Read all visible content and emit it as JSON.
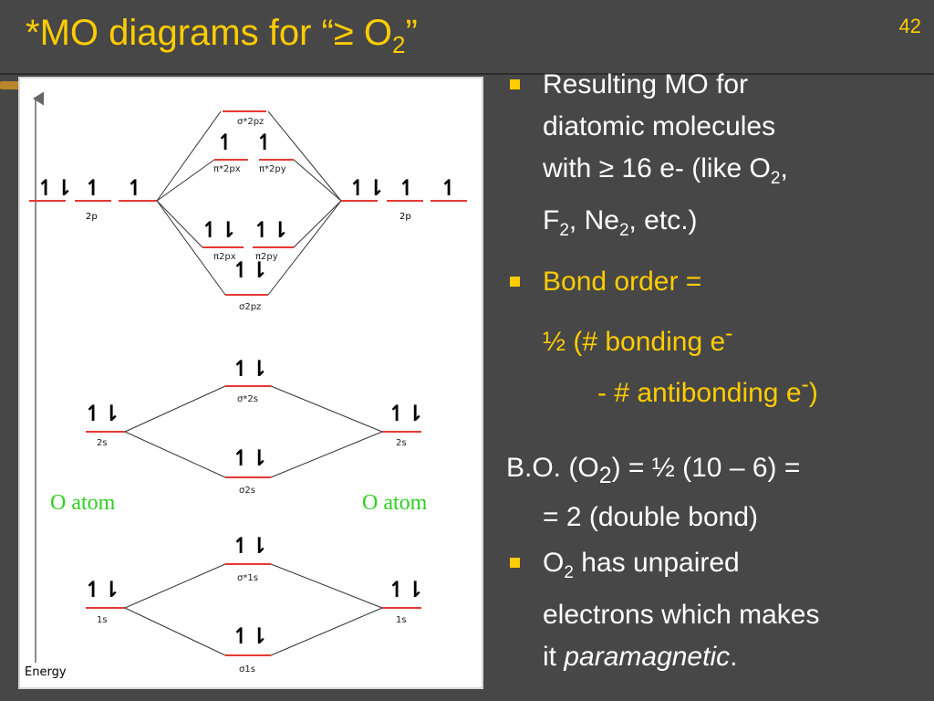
{
  "slide": {
    "title_prefix": "*MO diagrams for “≥ O",
    "title_sub": "2",
    "title_suffix": "”",
    "number": "42"
  },
  "diagram": {
    "energy_label": "Energy",
    "atom_labels": [
      "O atom",
      "O atom"
    ],
    "atomic_orbitals": {
      "p": "2p",
      "s2": "2s",
      "s1": "1s"
    },
    "mo_labels": {
      "sigma_star_2pz": "σ*2pz",
      "pi_star_2px": "π*2px",
      "pi_star_2py": "π*2py",
      "pi_2px": "π2px",
      "pi_2py": "π2py",
      "sigma_2pz": "σ2pz",
      "sigma_star_2s": "σ*2s",
      "sigma_2s": "σ2s",
      "sigma_star_1s": "σ*1s",
      "sigma_1s": "σ1s"
    },
    "colors": {
      "atom_label": "#2fcf20",
      "level": "#e53935",
      "arrow": "#000000"
    }
  },
  "bullets": {
    "b1_line1": "Resulting MO for",
    "b1_line2": "diatomic molecules",
    "b1_line3_a": "with ≥ 16 e- (like O",
    "b1_line3_sub": "2",
    "b1_line3_b": ",",
    "b1_line4_a": "F",
    "b1_line4_sub1": "2",
    "b1_line4_b": ", Ne",
    "b1_line4_sub2": "2",
    "b1_line4_c": ", etc.)",
    "b2_label": "Bond order =",
    "b2_formula_a": "½ (# bonding e",
    "b2_formula_sup": "-",
    "b2_formula2_a": "- # antibonding e",
    "b2_formula2_sup": "-",
    "b2_formula2_b": ")",
    "bo_line1_a": "B.O. (O",
    "bo_line1_sub": "2",
    "bo_line1_b": ") = ½ (10 – 6) =",
    "bo_line2": "= 2 (double bond)",
    "b3_line1_a": "O",
    "b3_line1_sub": "2",
    "b3_line1_b": " has unpaired",
    "b3_line2": "electrons which makes",
    "b3_line3_a": "it ",
    "b3_line3_em": "paramagnetic",
    "b3_line3_b": "."
  }
}
